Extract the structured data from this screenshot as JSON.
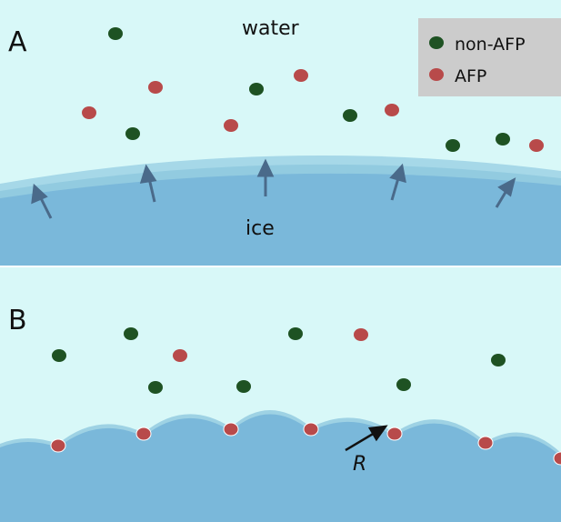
{
  "panel_a": {
    "label": "A",
    "water_label": "water",
    "ice_label": "ice",
    "legend": [
      {
        "label": "non-AFP",
        "color": "#1e5223"
      },
      {
        "label": "AFP",
        "color": "#b84a4a"
      }
    ]
  },
  "panel_b": {
    "label": "B",
    "radius_label": "R"
  },
  "colors": {
    "water": "#d8f8f8",
    "ice": "#7ab8da",
    "ice_surface_layer": "#9ed2e4",
    "non_afp": "#1e5223",
    "afp": "#b84a4a",
    "arrow": "#4a6a8a",
    "legend_bg": "#cccccc"
  }
}
